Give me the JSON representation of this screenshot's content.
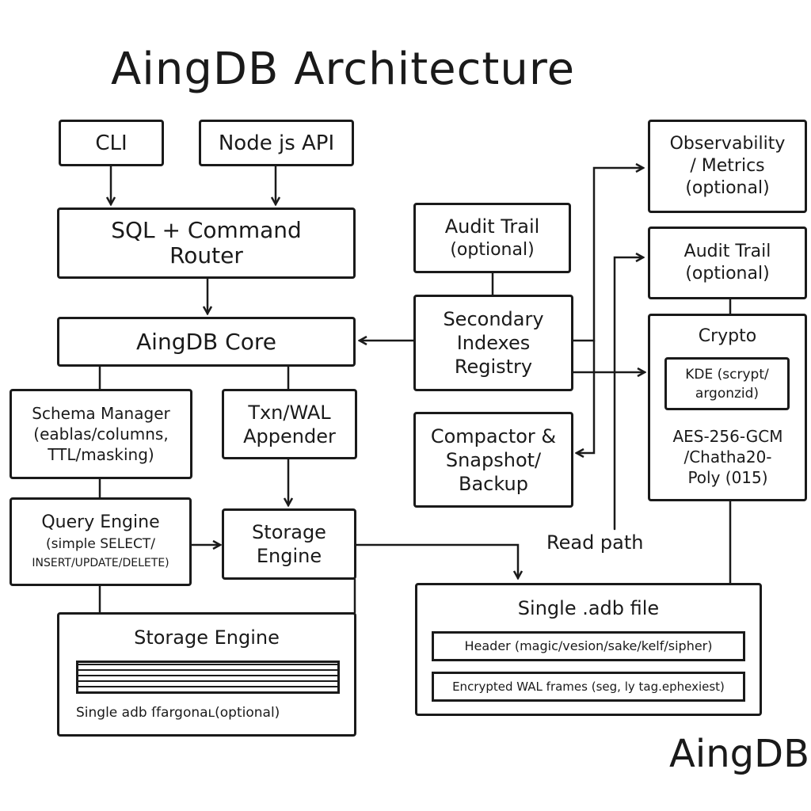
{
  "title": "AingDB Architecture",
  "logo": "AingDB",
  "nodes": {
    "cli": "CLI",
    "node_api": "Node js API",
    "router": [
      "SQL + Command",
      "Router"
    ],
    "core": "AingDB Core",
    "schema_manager": [
      "Schema Manager",
      "(eablas/columns,",
      "TTL/masking)"
    ],
    "txn_wal": [
      "Txn/WAL",
      "Appender"
    ],
    "query_engine": [
      "Query Engine",
      "(simple SELECT/",
      "INSERT/UPDATE/DELETE)"
    ],
    "storage_engine": [
      "Storage",
      "Engine"
    ],
    "storage_engine_block": {
      "title": "Storage Engine",
      "caption": "Single adb ſfargonaʟ(optional)"
    },
    "audit_trail_mid": [
      "Audit Trail",
      "(optional)"
    ],
    "secondary_indexes": [
      "Secondary",
      "Indexes",
      "Registry"
    ],
    "compactor": [
      "Compactor &",
      "Snapshot/",
      "Backup"
    ],
    "observability": [
      "Observability",
      "/ Metrics",
      "(optional)"
    ],
    "audit_trail_right": [
      "Audit Trail",
      "(optional)"
    ],
    "crypto": {
      "title": "Crypto",
      "kde": [
        "KDE (scrypt/",
        "argonzid)"
      ],
      "aes": [
        "AES-256-GCM",
        "/Chatha20-",
        "Poly (015)"
      ]
    },
    "adb_file": {
      "title": "Single .adb file",
      "header": "Header (magic/vesion/sake/kelf/sipher)",
      "frames": "Encrypted WAL frames (seg, ly tag.ephexiest)"
    }
  },
  "labels": {
    "read_path": "Read path"
  }
}
